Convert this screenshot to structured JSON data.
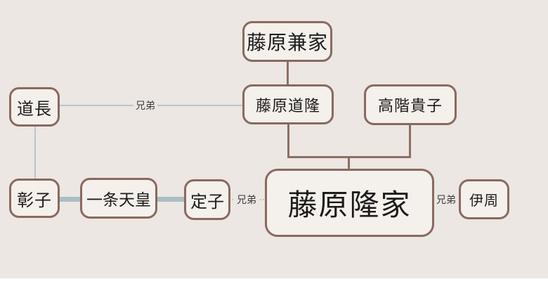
{
  "diagram": {
    "nodes": {
      "kaneie": {
        "label": "藤原兼家"
      },
      "michitaka": {
        "label": "藤原道隆"
      },
      "kishi": {
        "label": "高階貴子"
      },
      "michinaga": {
        "label": "道長"
      },
      "shoshi": {
        "label": "彰子"
      },
      "ichijo": {
        "label": "一条天皇"
      },
      "teishi": {
        "label": "定子"
      },
      "takaie": {
        "label": "藤原隆家"
      },
      "korechika": {
        "label": "伊周"
      }
    },
    "edge_labels": {
      "michinaga_michitaka": "兄弟",
      "teishi_takaie": "兄弟",
      "takaie_korechika": "兄弟"
    },
    "colors": {
      "background": "#ece7e2",
      "node_fill": "#f4f0ec",
      "node_border": "#8a695e",
      "brown_connector": "#8d6e63",
      "blue_connector_thin": "#b7c6cc",
      "blue_connector_thick": "#a9bec6",
      "relation_label_text": "#3c3c3c"
    }
  }
}
